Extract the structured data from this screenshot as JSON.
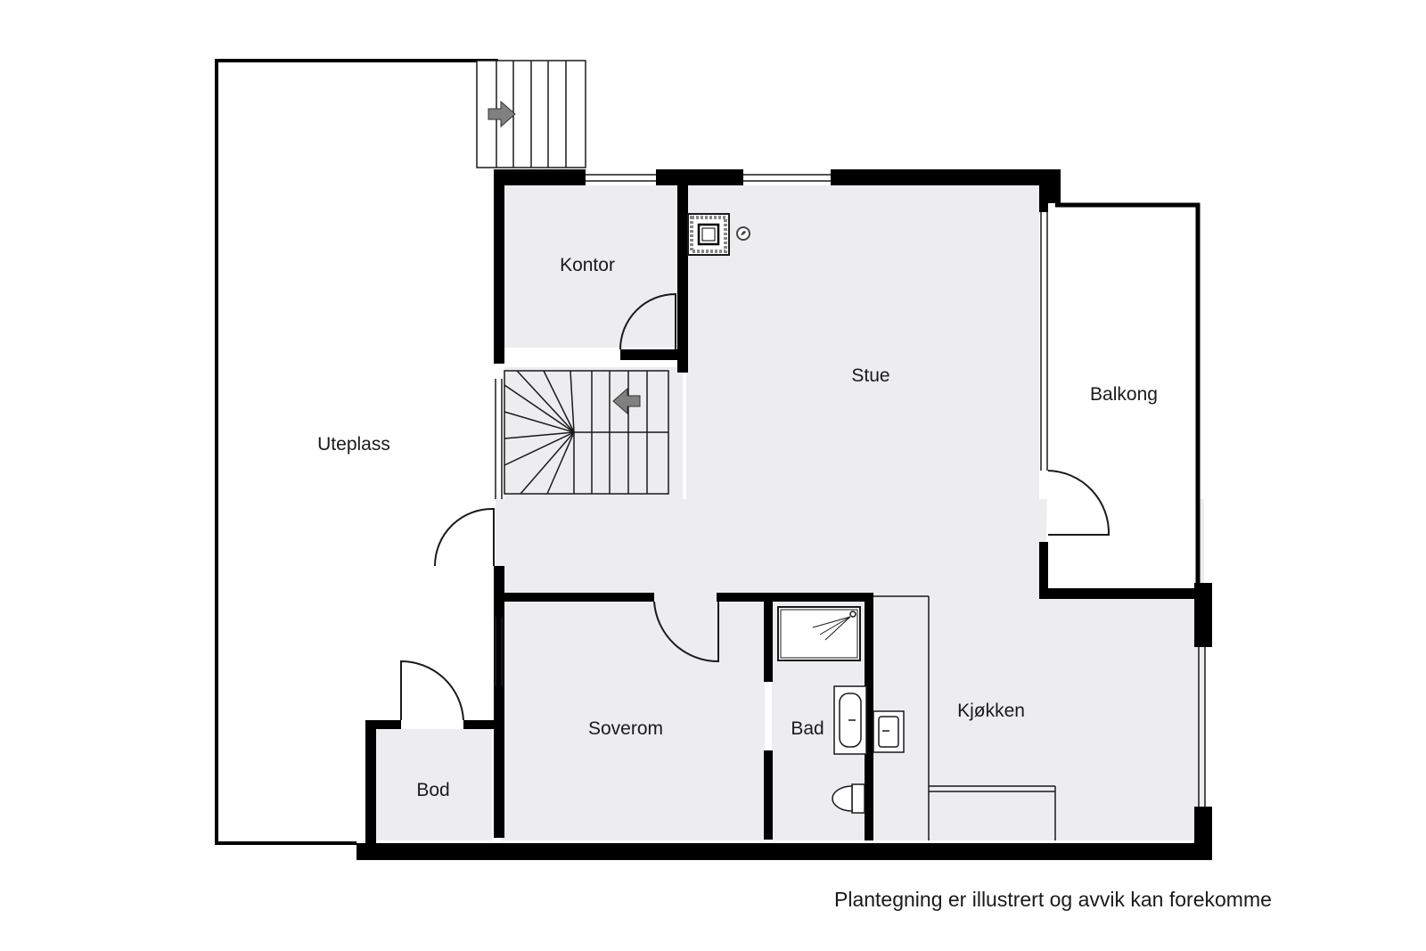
{
  "rooms": {
    "uteplass": "Uteplass",
    "kontor": "Kontor",
    "stue": "Stue",
    "balkong": "Balkong",
    "soverom": "Soverom",
    "bad": "Bad",
    "kjokken": "Kjøkken",
    "bod": "Bod"
  },
  "disclaimer": "Plantegning er illustrert og avvik kan forekomme",
  "colors": {
    "wall": "#000000",
    "floor_indoor": "#ededf0",
    "floor_outdoor": "#ffffff",
    "line": "#1a1a1a",
    "arrow": "#808080"
  },
  "icons": [
    "stair-arrow-icon",
    "fireplace-icon",
    "shower-icon",
    "sink-icon",
    "toilet-icon",
    "kitchen-sink-icon"
  ]
}
